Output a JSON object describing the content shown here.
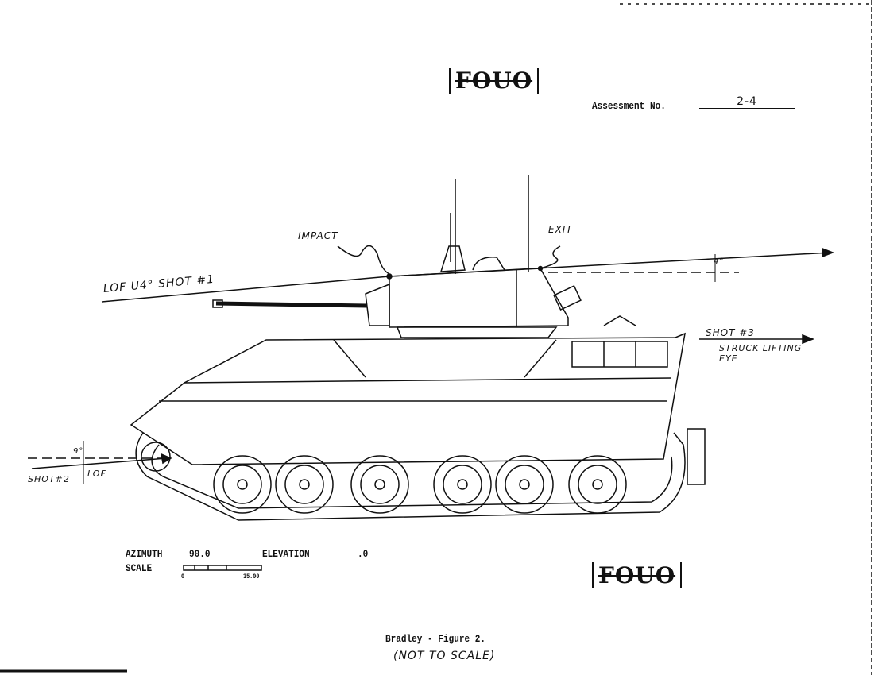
{
  "stamps": {
    "top": "FOUO",
    "bottom": "FOUO"
  },
  "assessment": {
    "label": "Assessment No.",
    "value": "2-4"
  },
  "annotations": {
    "impact": "IMPACT",
    "exit": "EXIT",
    "shot1": "LOF  U4°  SHOT #1",
    "angle1": "4°",
    "shot3": "SHOT #3",
    "shot3_note_1": "STRUCK LIFTING",
    "shot3_note_2": "EYE",
    "angle2": "9°",
    "shot2": "SHOT#2",
    "shot2_lof": "LOF"
  },
  "view": {
    "azimuth_label": "AZIMUTH",
    "azimuth": "90.0",
    "elevation_label": "ELEVATION",
    "elevation": ".0",
    "scale_label": "SCALE",
    "scale_min": "0",
    "scale_max": "35.00"
  },
  "caption": {
    "title": "Bradley - Figure 2.",
    "note": "(NOT TO SCALE)"
  }
}
